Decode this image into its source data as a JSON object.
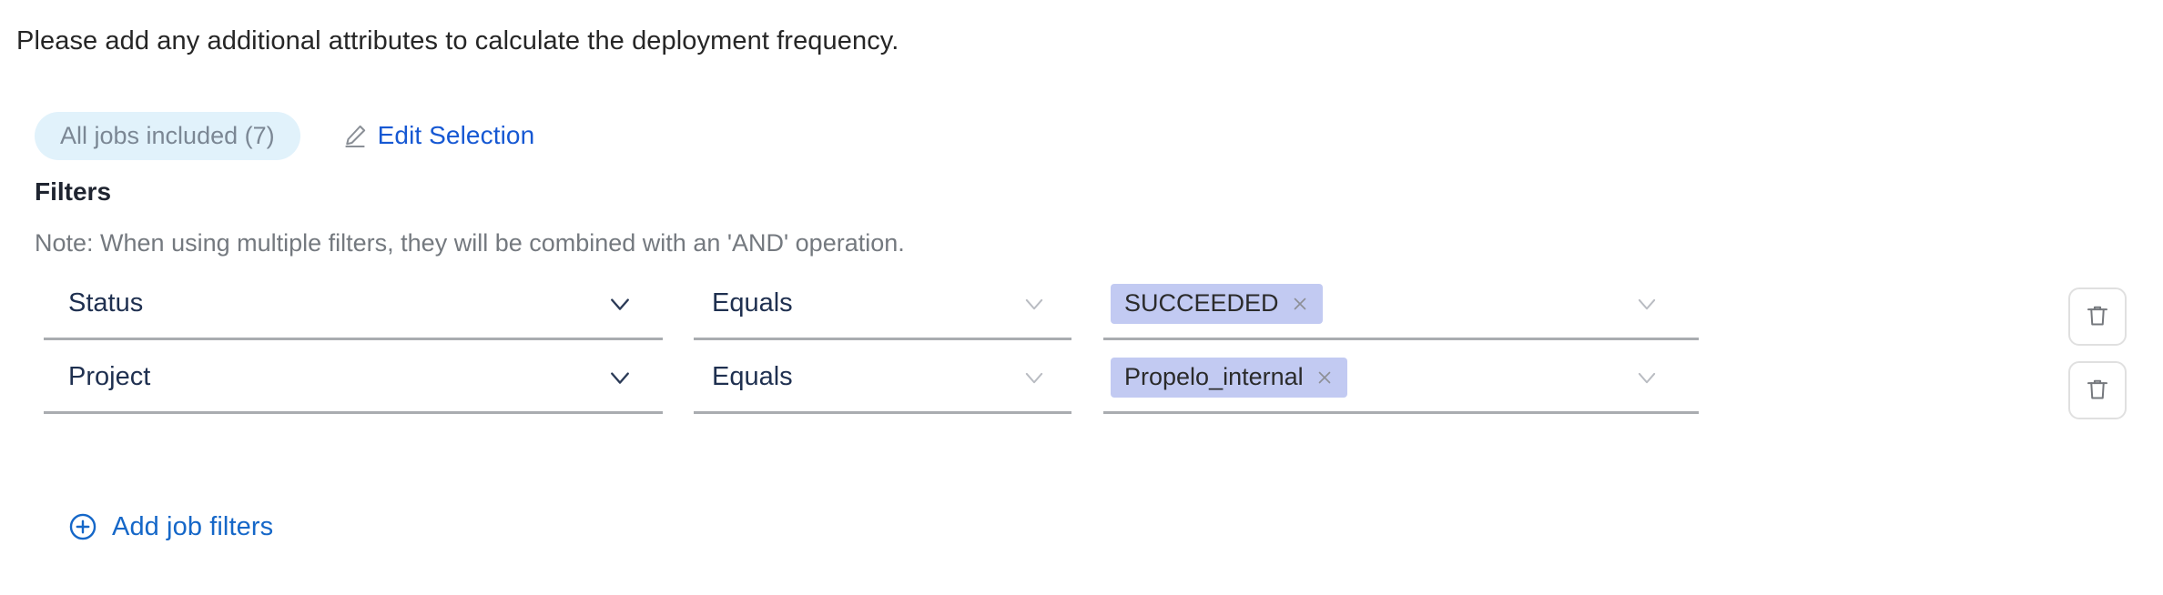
{
  "intro": {
    "text": "Please add any additional attributes to calculate the deployment frequency."
  },
  "jobs": {
    "pill_label": "All jobs included (7)",
    "edit_label": "Edit Selection",
    "pencil_icon": "pencil-icon",
    "pill_bg": "#e1f2fb",
    "pill_text_color": "#7b8794",
    "link_color": "#1658d3"
  },
  "filters": {
    "title": "Filters",
    "note": "Note: When using multiple filters, they will be combined with an 'AND' operation.",
    "chip_bg": "#c2caf2",
    "underline_color": "#a9acb0",
    "rows": [
      {
        "attribute": "Status",
        "operator": "Equals",
        "values": [
          "SUCCEEDED"
        ],
        "attribute_chevron": "chevron-down-icon",
        "operator_chevron": "chevron-down-icon",
        "value_chevron": "chevron-down-icon",
        "remove_value_icon": "close-icon",
        "delete_icon": "trash-icon"
      },
      {
        "attribute": "Project",
        "operator": "Equals",
        "values": [
          "Propelo_internal"
        ],
        "attribute_chevron": "chevron-down-icon",
        "operator_chevron": "chevron-down-icon",
        "value_chevron": "chevron-down-icon",
        "remove_value_icon": "close-icon",
        "delete_icon": "trash-icon"
      }
    ]
  },
  "add_filters": {
    "label": "Add job filters",
    "icon": "plus-circle-icon",
    "color": "#1567c8"
  }
}
